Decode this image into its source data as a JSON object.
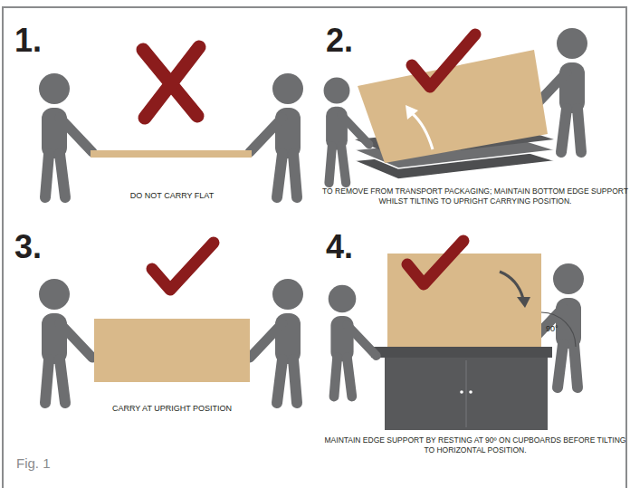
{
  "diagram": {
    "caption": "Fig. 1",
    "labels": [
      "1.",
      "DO NOT CARRY FLAT",
      "2.",
      "TO REMOVE FROM TRANSPORT PACKAGING; MAINTAIN BOTTOM EDGE SUPPORT WHILST TILTING TO UPRIGHT CARRYING POSITION.",
      "3.",
      "CARRY AT UPRIGHT POSITION",
      "4.",
      "90°",
      "MAINTAIN EDGE SUPPORT BY RESTING AT 90º ON CUPBOARDS BEFORE TILTING TO HORIZONTAL POSITION."
    ]
  }
}
